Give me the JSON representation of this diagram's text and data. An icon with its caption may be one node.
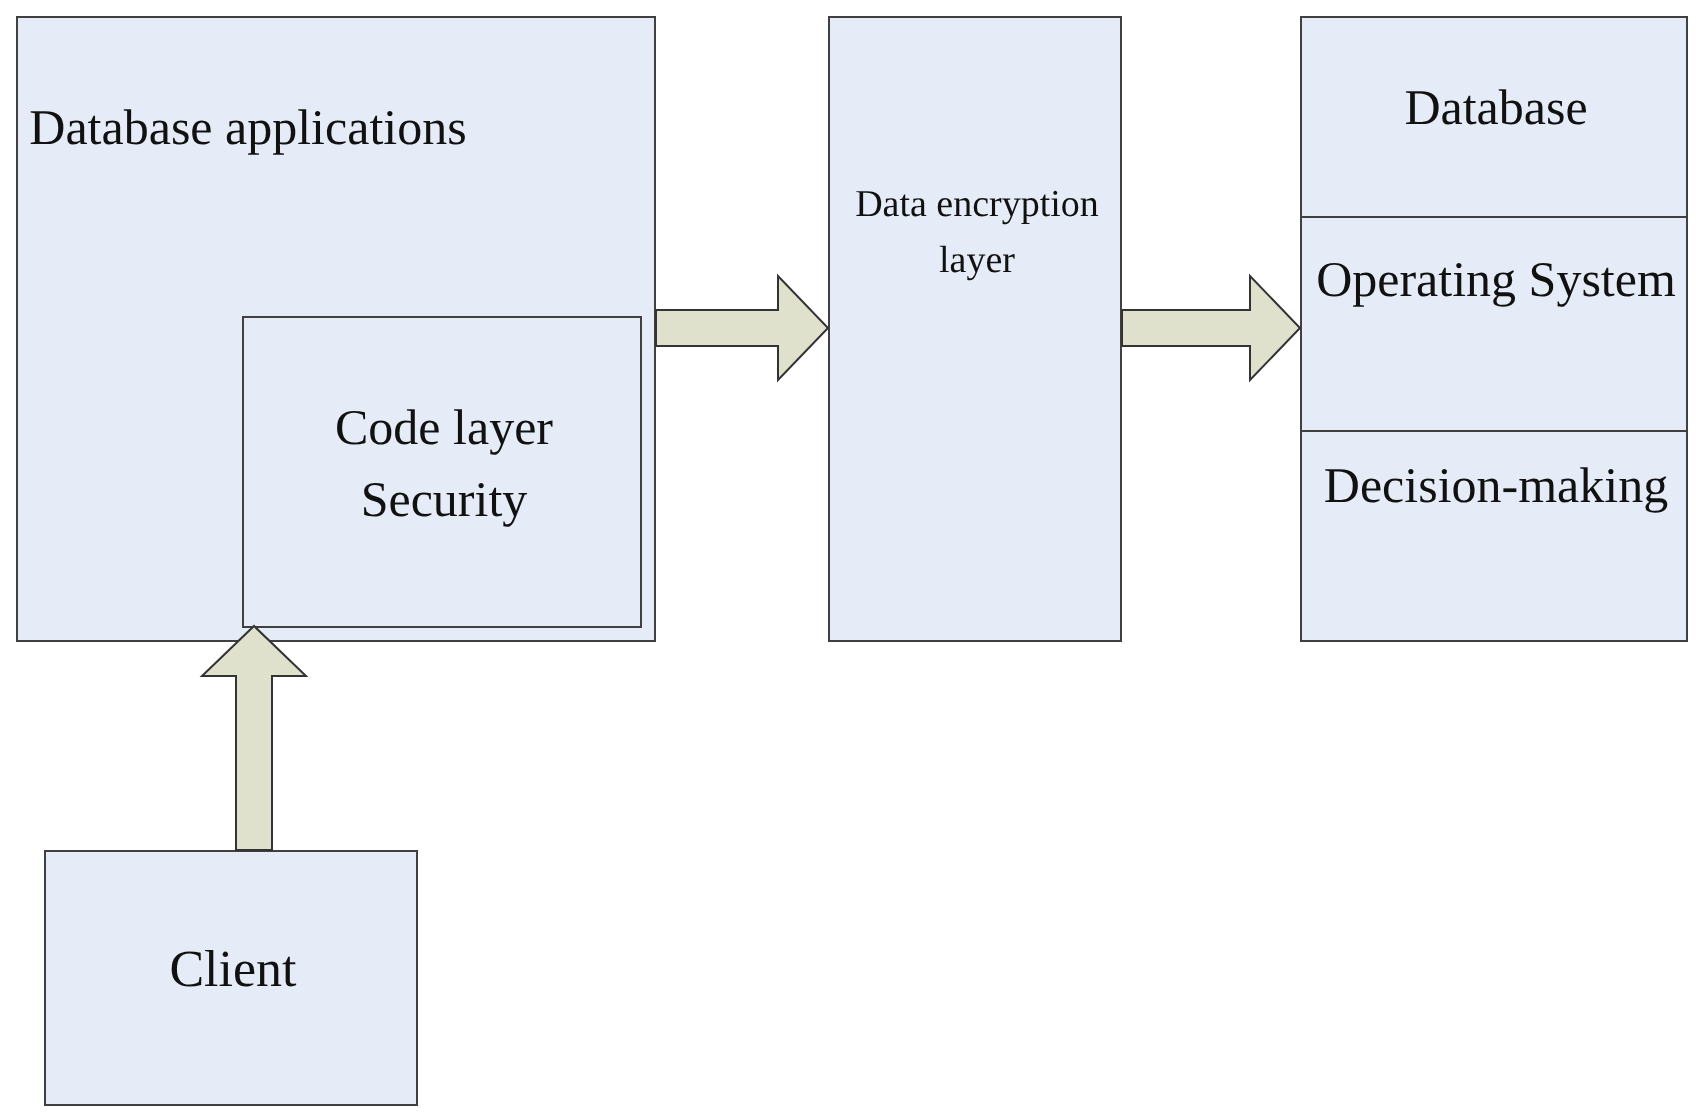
{
  "diagram": {
    "nodes": [
      {
        "text": [
          "Database applications"
        ]
      },
      {
        "text": [
          "Code layer Security"
        ],
        "in": 0
      },
      {
        "text": [
          "Client"
        ]
      },
      {
        "text": [
          "Data encryption layer"
        ]
      },
      {
        "text": [
          "Database"
        ]
      },
      {
        "text": [
          "Operating System"
        ]
      },
      {
        "text": [
          "Decision-making"
        ]
      }
    ],
    "edges": [
      {
        "from": 2,
        "to": 1,
        "arrow": "to"
      },
      {
        "from": 0,
        "to": 3,
        "arrow": "to"
      },
      {
        "from": 3,
        "to": 5,
        "arrow": "to"
      }
    ]
  }
}
